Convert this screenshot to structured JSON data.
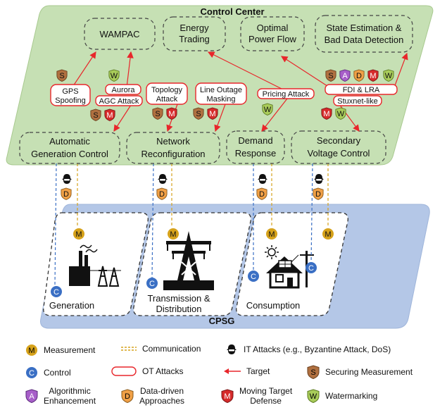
{
  "control_center": {
    "title": "Control Center",
    "apps": {
      "wampac": "WAMPAC",
      "energy_trading": [
        "Energy",
        "Trading"
      ],
      "optimal_power_flow": [
        "Optimal",
        "Power Flow"
      ],
      "state_estimation": [
        "State Estimation &",
        "Bad Data Detection"
      ],
      "agc": [
        "Automatic",
        "Generation Control"
      ],
      "network_reconfig": [
        "Network",
        "Reconfiguration"
      ],
      "demand_response": [
        "Demand",
        "Response"
      ],
      "secondary_voltage": [
        "Secondary",
        "Voltage Control"
      ]
    },
    "attacks": {
      "gps_spoofing": [
        "GPS",
        "Spoofing"
      ],
      "aurora": "Aurora",
      "agc_attack": "AGC Attack",
      "topology_attack": [
        "Topology",
        "Attack"
      ],
      "line_outage_masking": [
        "Line Outage",
        "Masking"
      ],
      "pricing_attack": "Pricing Attack",
      "fdi_lra": "FDI & LRA",
      "stuxnet_like": "Stuxnet-like"
    }
  },
  "cpsg": {
    "title": "CPSG",
    "sections": {
      "generation": "Generation",
      "transmission": [
        "Transmission &",
        "Distribution"
      ],
      "consumption": "Consumption"
    }
  },
  "badges": {
    "measurement": "M",
    "control": "C",
    "securing_measurement": "S",
    "algorithmic_enhancement": "A",
    "data_driven": "D",
    "moving_target": "M",
    "watermarking": "W"
  },
  "legend": {
    "measurement": "Measurement",
    "communication": "Communication",
    "it_attacks": "IT Attacks (e.g., Byzantine Attack, DoS)",
    "control": "Control",
    "ot_attacks": "OT Attacks",
    "target": "Target",
    "securing_measurement": "Securing Measurement",
    "algorithmic_enhancement": [
      "Algorithmic",
      "Enhancement"
    ],
    "data_driven": [
      "Data-driven",
      "Approaches"
    ],
    "moving_target": [
      "Moving Target",
      "Defense"
    ],
    "watermarking": "Watermarking"
  },
  "colors": {
    "control_center_fill": "#c6e0b4",
    "cpsg_fill": "#b4c7e7",
    "attack_red": "#e8262b",
    "measurement_gold": "#d6a21b",
    "control_blue": "#3a6fc4",
    "securing_brown": "#b07040",
    "algorithmic_purple": "#a75ec9",
    "data_orange": "#f0a046",
    "moving_red": "#d62b2b",
    "watermark_green": "#a9cc5a"
  }
}
